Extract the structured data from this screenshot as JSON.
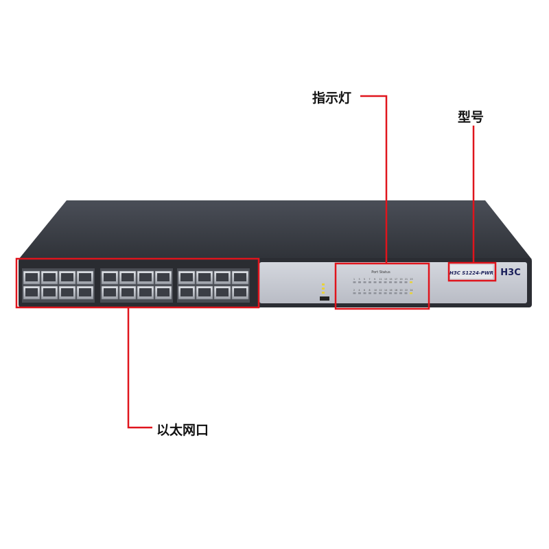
{
  "callouts": {
    "indicator_label": "指示灯",
    "model_label": "型号",
    "ethernet_label": "以太网口"
  },
  "device": {
    "brand": "H3C",
    "model": "H3C S1224-PWR",
    "panel_title": "Port Status",
    "port_count": 24,
    "port_groups": 3,
    "led_row_top_numbers": [
      "1",
      "3",
      "5",
      "7",
      "9",
      "11",
      "13",
      "15",
      "17",
      "19",
      "21",
      "23"
    ],
    "led_row_bottom_numbers": [
      "2",
      "4",
      "6",
      "8",
      "10",
      "12",
      "14",
      "16",
      "18",
      "20",
      "22",
      "24"
    ],
    "colors": {
      "chassis_top": "#3a3d44",
      "front_panel": "#c7cad2",
      "frame_dark": "#2b2d33",
      "highlight": "#e0141c",
      "led_yellow": "#e8d23a"
    }
  }
}
